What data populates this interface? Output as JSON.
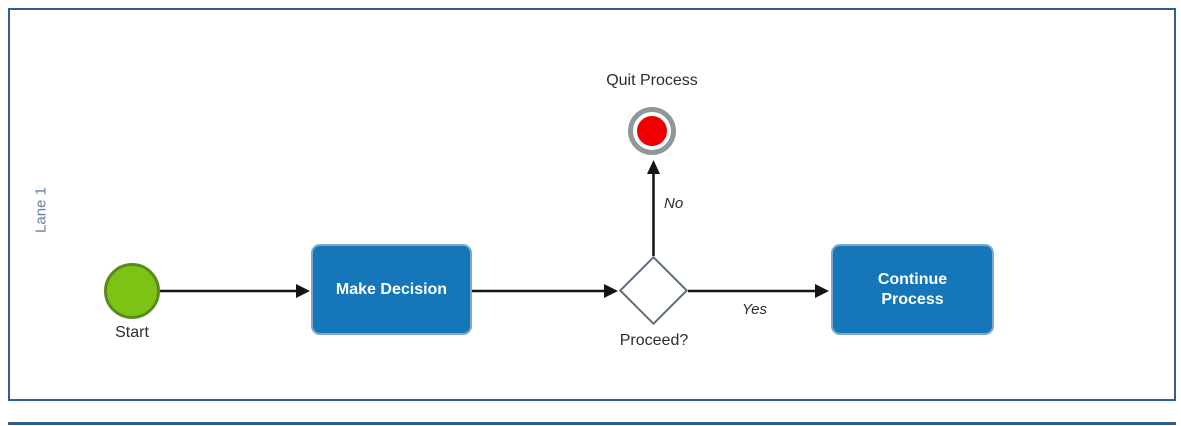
{
  "diagram": {
    "lane_label": "Lane 1",
    "nodes": {
      "start": {
        "type": "start-event",
        "label": "Start"
      },
      "make_decision": {
        "type": "task",
        "label": "Make Decision"
      },
      "gateway": {
        "type": "exclusive-gateway",
        "label": "Proceed?"
      },
      "quit": {
        "type": "end-event",
        "label": "Quit Process"
      },
      "continue": {
        "type": "task",
        "label": "Continue Process"
      }
    },
    "edges": {
      "start_to_make_decision": {
        "label": ""
      },
      "make_decision_to_gateway": {
        "label": ""
      },
      "no": {
        "label": "No"
      },
      "yes": {
        "label": "Yes"
      }
    },
    "colors": {
      "task_fill": "#1577ba",
      "task_border": "#7fa8c9",
      "task_text": "#ffffff",
      "start_fill": "#7dc315",
      "start_border": "#5a8a1d",
      "end_fill": "#ee0000",
      "end_ring": "#8f9798",
      "gateway_fill": "#ffffff",
      "gateway_border": "#5b6d7e",
      "arrow": "#141414",
      "lane_border": "#2e5f8f",
      "lane_label_text": "#667f9e",
      "label_text": "#2d2d2d"
    }
  }
}
